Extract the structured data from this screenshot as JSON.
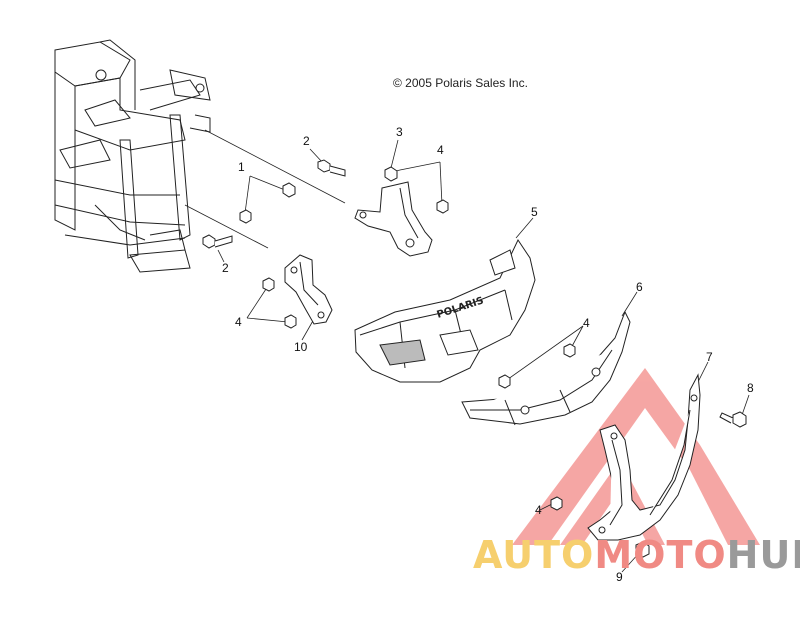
{
  "copyright": "© 2005 Polaris Sales Inc.",
  "callouts": [
    {
      "id": "c1",
      "label": "1"
    },
    {
      "id": "c2a",
      "label": "2"
    },
    {
      "id": "c2b",
      "label": "2"
    },
    {
      "id": "c3",
      "label": "3"
    },
    {
      "id": "c4a",
      "label": "4"
    },
    {
      "id": "c4b",
      "label": "4"
    },
    {
      "id": "c4c",
      "label": "4"
    },
    {
      "id": "c4d",
      "label": "4"
    },
    {
      "id": "c5",
      "label": "5"
    },
    {
      "id": "c6",
      "label": "6"
    },
    {
      "id": "c7",
      "label": "7"
    },
    {
      "id": "c8",
      "label": "8"
    },
    {
      "id": "c9",
      "label": "9"
    },
    {
      "id": "c10",
      "label": "10"
    }
  ],
  "bumper_logo": "POLARIS",
  "watermark": {
    "part1": "AUTO",
    "part2": "MOTO",
    "part3": "HUB"
  },
  "colors": {
    "line": "#222222",
    "watermark_red": "#ee5f5a",
    "watermark_yellow": "#f6cf6e",
    "watermark_gray": "#9a9a9a"
  }
}
